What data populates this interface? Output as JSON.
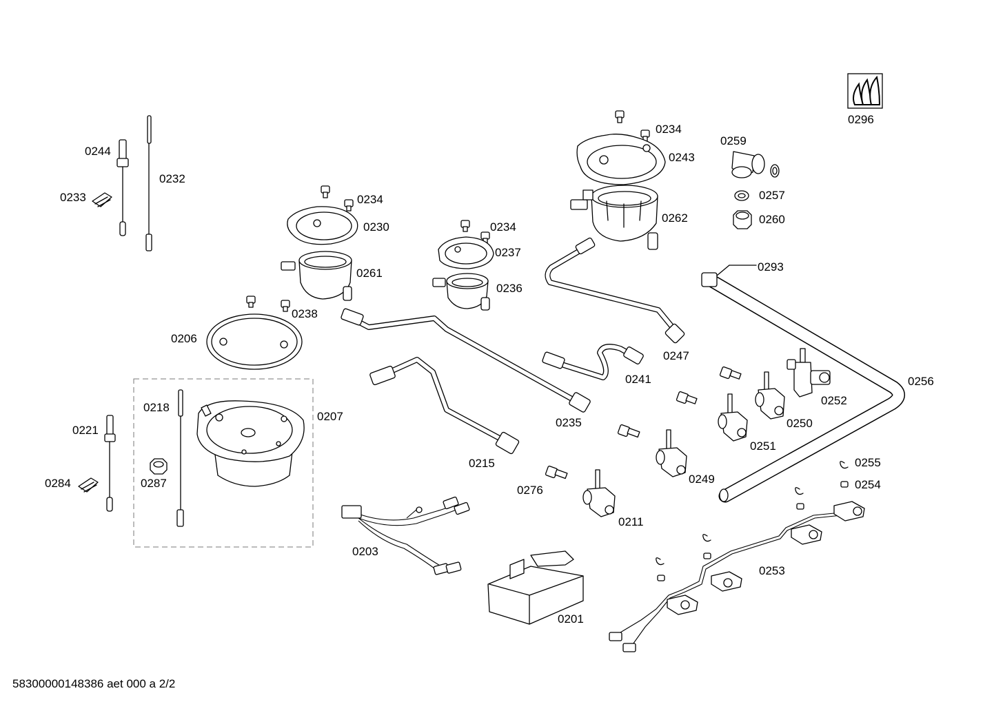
{
  "labels": {
    "p0296": "0296",
    "p0234a": "0234",
    "p0243": "0243",
    "p0259": "0259",
    "p0257": "0257",
    "p0260": "0260",
    "p0262": "0262",
    "p0244": "0244",
    "p0232": "0232",
    "p0233": "0233",
    "p0234b": "0234",
    "p0230": "0230",
    "p0234c": "0234",
    "p0237": "0237",
    "p0261": "0261",
    "p0236": "0236",
    "p0293": "0293",
    "p0238": "0238",
    "p0206": "0206",
    "p0247": "0247",
    "p0241": "0241",
    "p0256": "0256",
    "p0252": "0252",
    "p0218": "0218",
    "p0207": "0207",
    "p0221": "0221",
    "p0235": "0235",
    "p0250": "0250",
    "p0251": "0251",
    "p0215": "0215",
    "p0284": "0284",
    "p0287": "0287",
    "p0255": "0255",
    "p0276": "0276",
    "p0249": "0249",
    "p0254": "0254",
    "p0211": "0211",
    "p0203": "0203",
    "p0253": "0253",
    "p0201": "0201"
  },
  "footer": "58300000148386 aet 000 a 2/2"
}
